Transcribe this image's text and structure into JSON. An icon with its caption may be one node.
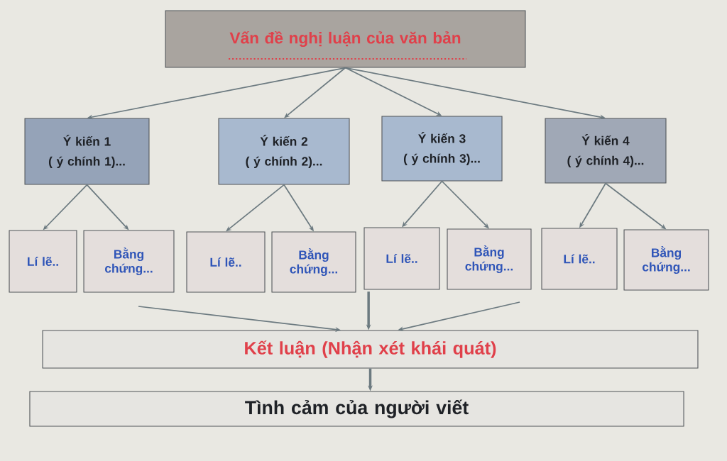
{
  "diagram": {
    "nodes": [
      {
        "text": [
          "Vấn đề nghị luận của văn bản"
        ]
      },
      {
        "text": [
          "Ý kiến 1",
          "( ý chính 1)..."
        ]
      },
      {
        "text": [
          "Ý kiến 2",
          "( ý chính 2)..."
        ]
      },
      {
        "text": [
          "Ý kiến 3",
          "( ý chính 3)..."
        ]
      },
      {
        "text": [
          "Ý kiến 4",
          "( ý chính 4)..."
        ]
      },
      {
        "text": [
          "Lí lẽ.."
        ]
      },
      {
        "text": [
          "Bằng chứng..."
        ]
      },
      {
        "text": [
          "Lí lẽ.."
        ]
      },
      {
        "text": [
          "Bằng chứng..."
        ]
      },
      {
        "text": [
          "Lí lẽ.."
        ]
      },
      {
        "text": [
          "Bằng chứng..."
        ]
      },
      {
        "text": [
          "Lí lẽ.."
        ]
      },
      {
        "text": [
          "Bằng chứng..."
        ]
      },
      {
        "text": [
          "Kết luận (Nhận xét khái quát)"
        ]
      },
      {
        "text": [
          "Tình cảm của người viết"
        ]
      }
    ],
    "edges": [
      {
        "from": 0,
        "to": 1,
        "arrow": "to"
      },
      {
        "from": 0,
        "to": 2,
        "arrow": "to"
      },
      {
        "from": 0,
        "to": 3,
        "arrow": "to"
      },
      {
        "from": 0,
        "to": 4,
        "arrow": "to"
      },
      {
        "from": 1,
        "to": 5,
        "arrow": "to"
      },
      {
        "from": 1,
        "to": 6,
        "arrow": "to"
      },
      {
        "from": 2,
        "to": 7,
        "arrow": "to"
      },
      {
        "from": 2,
        "to": 8,
        "arrow": "to"
      },
      {
        "from": 3,
        "to": 9,
        "arrow": "to"
      },
      {
        "from": 3,
        "to": 10,
        "arrow": "to"
      },
      {
        "from": 4,
        "to": 11,
        "arrow": "to"
      },
      {
        "from": 4,
        "to": 12,
        "arrow": "to"
      },
      {
        "from": null,
        "to": 13,
        "arrow": "to"
      },
      {
        "from": 9,
        "to": 13,
        "arrow": "to",
        "style": "thick"
      },
      {
        "from": null,
        "to": 13,
        "arrow": "to"
      },
      {
        "from": 13,
        "to": 14,
        "arrow": "to",
        "style": "thick"
      }
    ]
  }
}
